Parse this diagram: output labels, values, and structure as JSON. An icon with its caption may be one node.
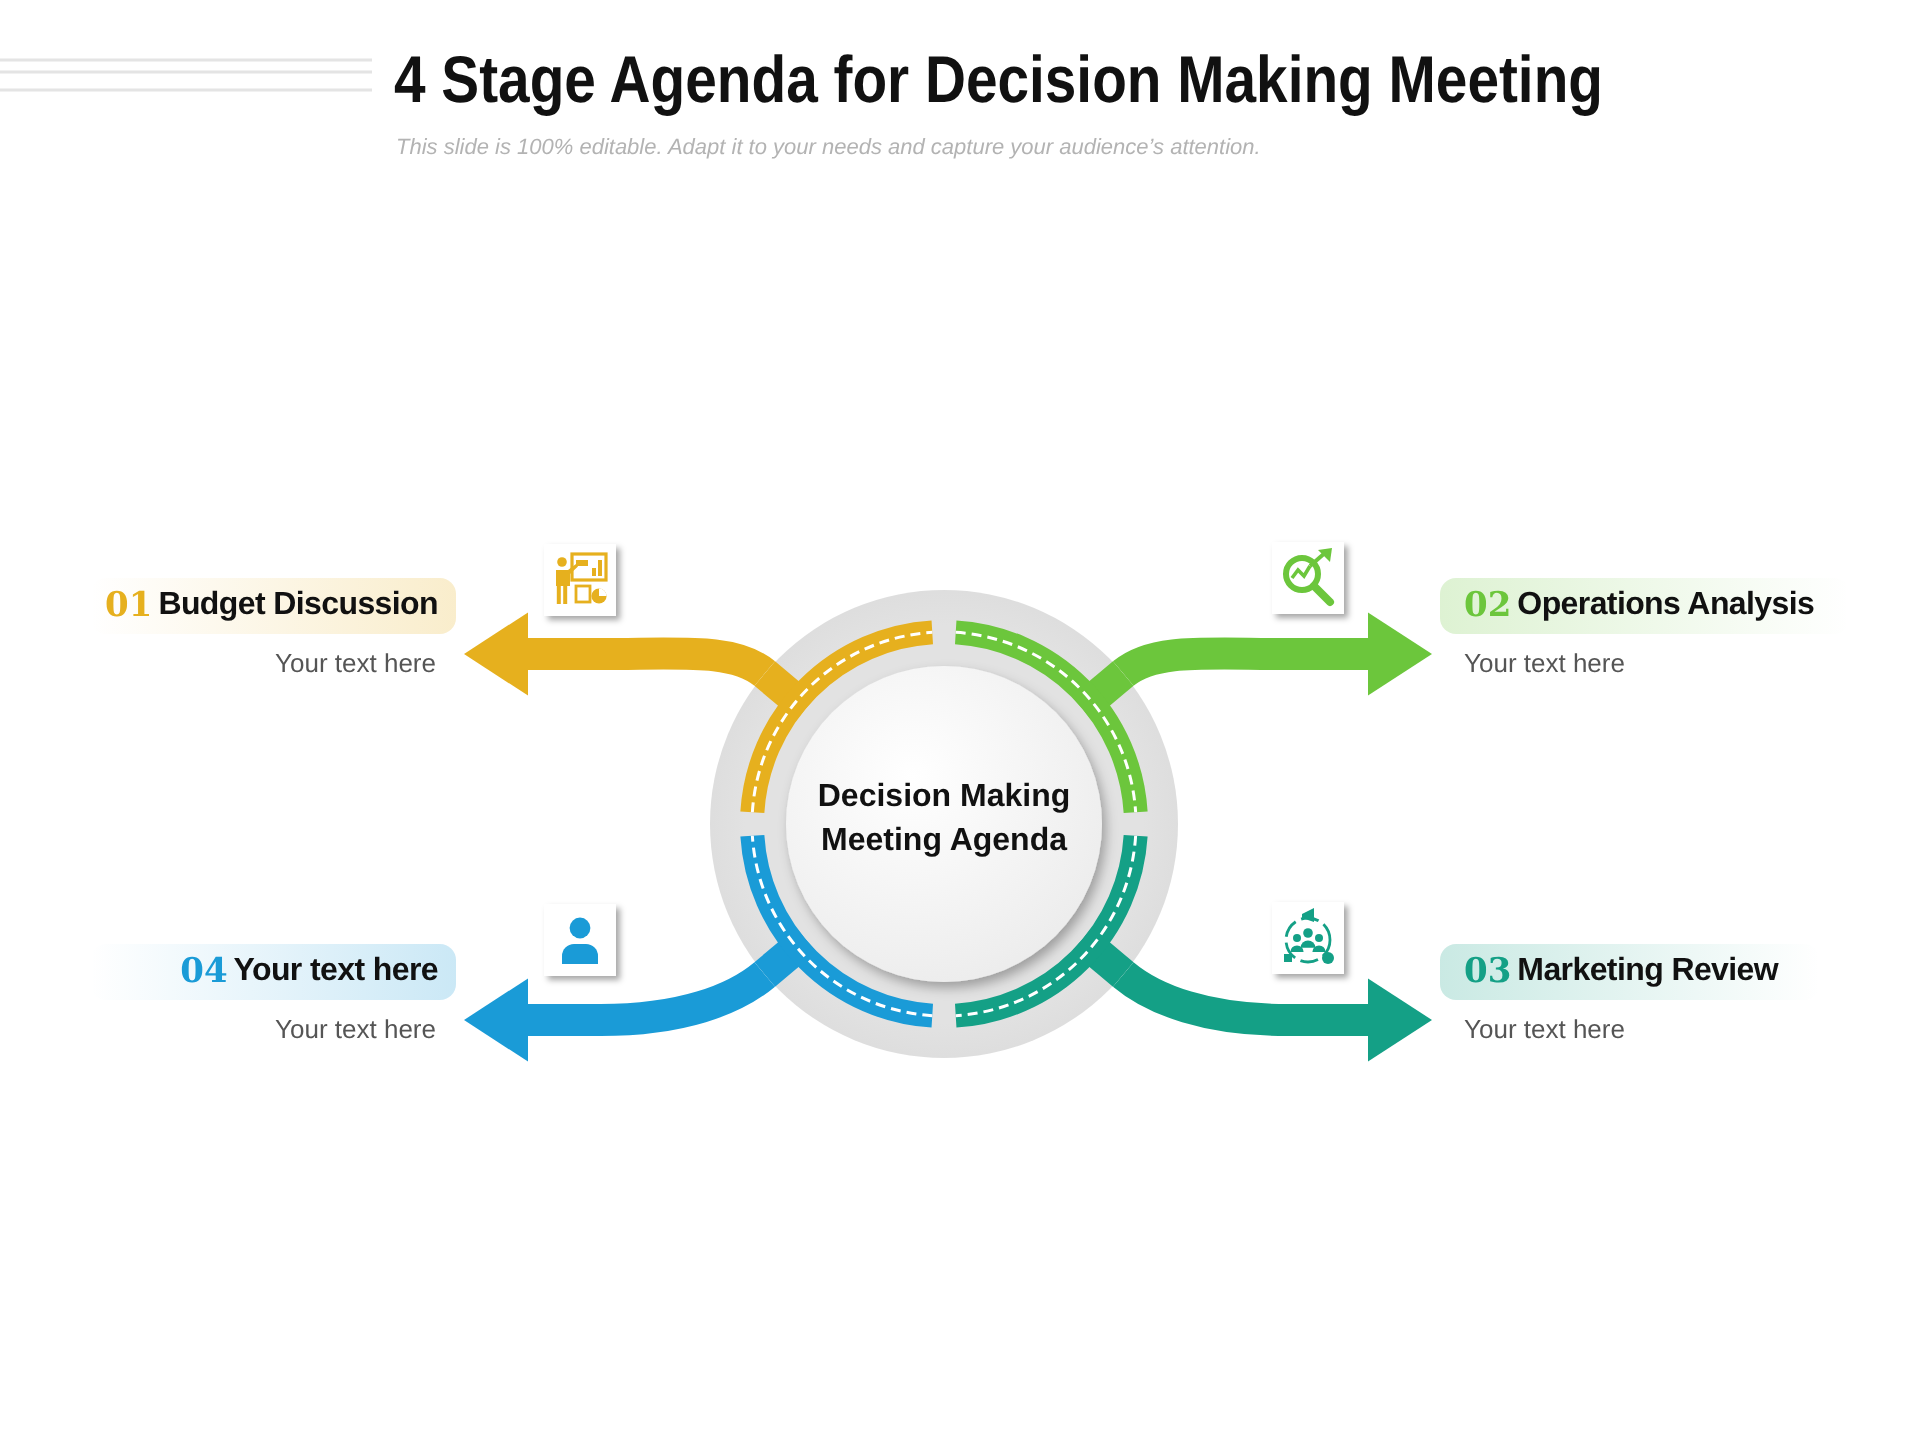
{
  "diagram": {
    "title": "4 Stage Agenda for Decision Making Meeting",
    "nodes": [
      {
        "text": [
          "01",
          "Budget Discussion"
        ],
        "beside": [
          "Your text here"
        ]
      },
      {
        "text": [
          "02",
          "Operations Analysis"
        ],
        "beside": [
          "Your text here"
        ]
      },
      {
        "text": [
          "Decision Making Meeting Agenda"
        ]
      },
      {
        "text": [
          "04",
          "Your text here"
        ],
        "beside": [
          "Your text here"
        ]
      },
      {
        "text": [
          "03",
          "Marketing Review"
        ],
        "beside": [
          "Your text here"
        ]
      }
    ],
    "edges": [
      {
        "from": 2,
        "to": 0,
        "arrow": "to",
        "color": "#e6b01e"
      },
      {
        "from": 2,
        "to": 1,
        "arrow": "to",
        "color": "#6cc63c"
      },
      {
        "from": 2,
        "to": 4,
        "arrow": "to",
        "color": "#14a086"
      },
      {
        "from": 2,
        "to": 3,
        "arrow": "to",
        "color": "#1a9bd7"
      }
    ],
    "labels": [
      "This slide is 100% editable. Adapt it to your needs and capture your audience’s attention."
    ]
  }
}
